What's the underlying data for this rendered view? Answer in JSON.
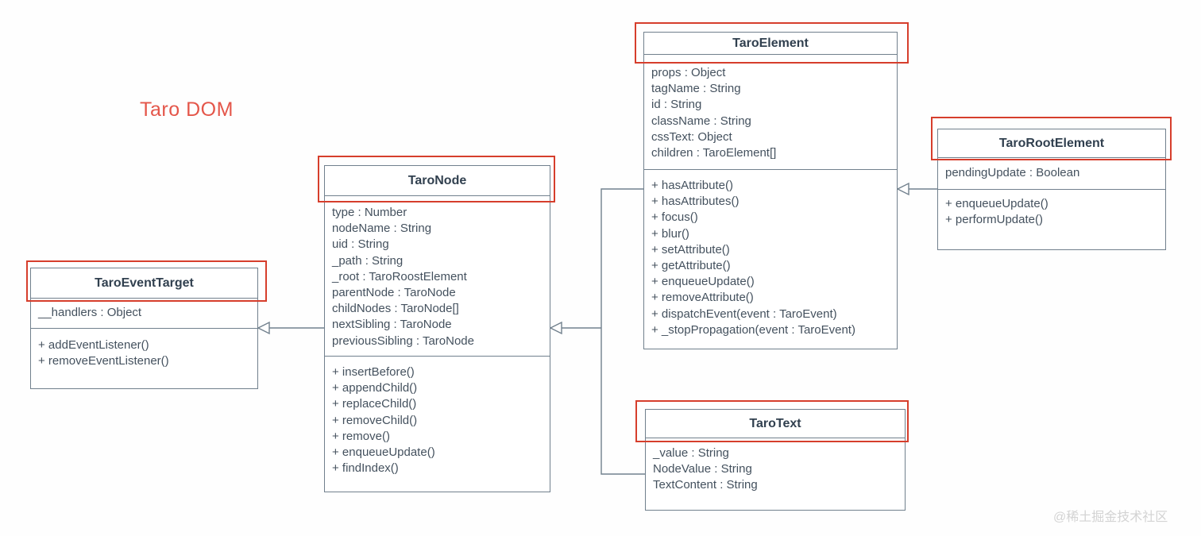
{
  "diagram": {
    "title": "Taro DOM",
    "watermark": "@稀土掘金技术社区"
  },
  "colors": {
    "highlight_red": "#d63e2c",
    "title_red": "#e4564a",
    "box_border": "#71808d",
    "member_text": "#44515e",
    "title_text": "#31404f",
    "watermark_gray": "#d3d3d3"
  },
  "classes": [
    {
      "name": "TaroEventTarget",
      "attributes": [
        "__handlers : Object"
      ],
      "methods": [
        "+ addEventListener()",
        "+ removeEventListener()"
      ]
    },
    {
      "name": "TaroNode",
      "attributes": [
        "type : Number",
        "nodeName : String",
        "uid : String",
        "_path : String",
        "_root : TaroRoostElement",
        "parentNode : TaroNode",
        "childNodes : TaroNode[]",
        "nextSibling : TaroNode",
        "previousSibling : TaroNode"
      ],
      "methods": [
        "+ insertBefore()",
        "+ appendChild()",
        "+ replaceChild()",
        "+ removeChild()",
        "+ remove()",
        "+ enqueueUpdate()",
        "+ findIndex()"
      ]
    },
    {
      "name": "TaroElement",
      "attributes": [
        "props : Object",
        "tagName : String",
        "id : String",
        "className : String",
        "cssText: Object",
        "children : TaroElement[]"
      ],
      "methods": [
        "+ hasAttribute()",
        "+ hasAttributes()",
        "+ focus()",
        "+ blur()",
        "+ setAttribute()",
        "+ getAttribute()",
        "+ enqueueUpdate()",
        "+ removeAttribute()",
        "+ dispatchEvent(event : TaroEvent)",
        "+ _stopPropagation(event : TaroEvent)"
      ]
    },
    {
      "name": "TaroRootElement",
      "attributes": [
        "pendingUpdate : Boolean"
      ],
      "methods": [
        "+ enqueueUpdate()",
        "+ performUpdate()"
      ]
    },
    {
      "name": "TaroText",
      "attributes": [
        "_value : String",
        "NodeValue : String",
        "TextContent : String"
      ],
      "methods": []
    }
  ],
  "relationships": [
    {
      "from": "TaroNode",
      "to": "TaroEventTarget",
      "type": "inheritance"
    },
    {
      "from": "TaroElement",
      "to": "TaroNode",
      "type": "inheritance"
    },
    {
      "from": "TaroText",
      "to": "TaroNode",
      "type": "inheritance"
    },
    {
      "from": "TaroRootElement",
      "to": "TaroElement",
      "type": "inheritance"
    }
  ]
}
